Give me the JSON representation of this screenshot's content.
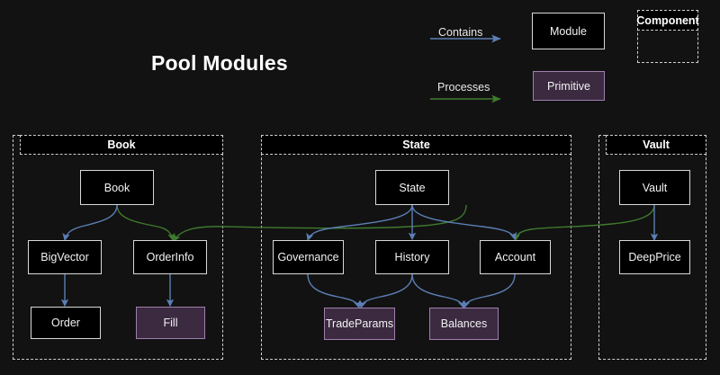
{
  "page": {
    "title": "Pool Modules",
    "background_color": "#121212"
  },
  "legend": {
    "edges": [
      {
        "label": "Contains",
        "color": "#5b7fb5",
        "name": "contains"
      },
      {
        "label": "Processes",
        "color": "#3f7a2e",
        "name": "processes"
      }
    ],
    "shapes": [
      {
        "label": "Module",
        "kind": "module",
        "fill": "#000000",
        "stroke": "#d8d8d8"
      },
      {
        "label": "Primitive",
        "kind": "primitive",
        "fill": "#3b2a40",
        "stroke": "#9f7fae"
      }
    ],
    "component": {
      "label": "Component",
      "stroke": "#cfcfcf"
    }
  },
  "containers": [
    {
      "id": "book",
      "label": "Book"
    },
    {
      "id": "state",
      "label": "State"
    },
    {
      "id": "vault",
      "label": "Vault"
    }
  ],
  "nodes": [
    {
      "id": "book",
      "label": "Book",
      "kind": "module",
      "container": "book"
    },
    {
      "id": "bigvector",
      "label": "BigVector",
      "kind": "module",
      "container": "book"
    },
    {
      "id": "orderinfo",
      "label": "OrderInfo",
      "kind": "module",
      "container": "book"
    },
    {
      "id": "order",
      "label": "Order",
      "kind": "module",
      "container": "book"
    },
    {
      "id": "fill",
      "label": "Fill",
      "kind": "primitive",
      "container": "book"
    },
    {
      "id": "state",
      "label": "State",
      "kind": "module",
      "container": "state"
    },
    {
      "id": "governance",
      "label": "Governance",
      "kind": "module",
      "container": "state"
    },
    {
      "id": "history",
      "label": "History",
      "kind": "module",
      "container": "state"
    },
    {
      "id": "account",
      "label": "Account",
      "kind": "module",
      "container": "state"
    },
    {
      "id": "tradeparams",
      "label": "TradeParams",
      "kind": "primitive",
      "container": "state"
    },
    {
      "id": "balances",
      "label": "Balances",
      "kind": "primitive",
      "container": "state"
    },
    {
      "id": "vault",
      "label": "Vault",
      "kind": "module",
      "container": "vault"
    },
    {
      "id": "deepprice",
      "label": "DeepPrice",
      "kind": "module",
      "container": "vault"
    }
  ],
  "edges": [
    {
      "from": "book",
      "to": "bigvector",
      "type": "contains"
    },
    {
      "from": "book",
      "to": "order",
      "type": "contains",
      "via": "bigvector"
    },
    {
      "from": "book",
      "to": "orderinfo",
      "type": "processes"
    },
    {
      "from": "orderinfo",
      "to": "fill",
      "type": "contains"
    },
    {
      "from": "state",
      "to": "governance",
      "type": "contains"
    },
    {
      "from": "state",
      "to": "history",
      "type": "contains"
    },
    {
      "from": "state",
      "to": "account",
      "type": "contains"
    },
    {
      "from": "governance",
      "to": "tradeparams",
      "type": "contains"
    },
    {
      "from": "history",
      "to": "tradeparams",
      "type": "contains"
    },
    {
      "from": "history",
      "to": "balances",
      "type": "contains"
    },
    {
      "from": "account",
      "to": "balances",
      "type": "contains"
    },
    {
      "from": "vault",
      "to": "deepprice",
      "type": "contains"
    },
    {
      "from": "state",
      "to": "orderinfo",
      "type": "processes"
    },
    {
      "from": "vault",
      "to": "account",
      "type": "processes"
    }
  ]
}
